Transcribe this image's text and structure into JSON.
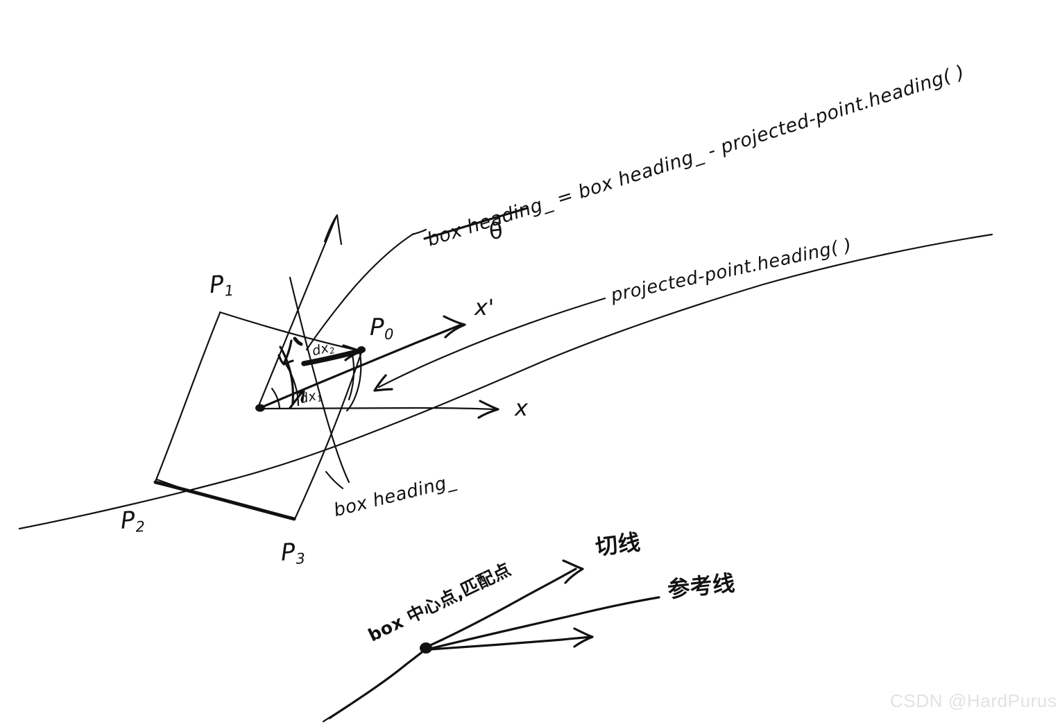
{
  "page": {
    "background_color": "#ffffff",
    "ink_color": "#111111",
    "watermark": "CSDN @HardPurus"
  },
  "equations": {
    "main": "box heading_ = box heading_ - projected-point.heading( )",
    "theta_symbol": "θ",
    "callout_projected": "projected-point.heading( )"
  },
  "box_diagram": {
    "corner_labels": [
      {
        "id": "p0",
        "text": "P",
        "sub": "0"
      },
      {
        "id": "p1",
        "text": "P",
        "sub": "1"
      },
      {
        "id": "p2",
        "text": "P",
        "sub": "2"
      },
      {
        "id": "p3",
        "text": "P",
        "sub": "3"
      }
    ],
    "axis_labels": [
      {
        "id": "x-axis",
        "text": "x"
      },
      {
        "id": "x-prime-axis",
        "text": "x'"
      }
    ],
    "delta_labels": [
      {
        "id": "dx1",
        "text": "dx",
        "sub": "1"
      },
      {
        "id": "dx2",
        "text": "dx",
        "sub": "2"
      }
    ],
    "heading_label": "box heading_"
  },
  "bottom_diagram": {
    "center_point_label": "box 中心点,匹配点",
    "tangent_label": "切线",
    "reference_line_label": "参考线"
  }
}
